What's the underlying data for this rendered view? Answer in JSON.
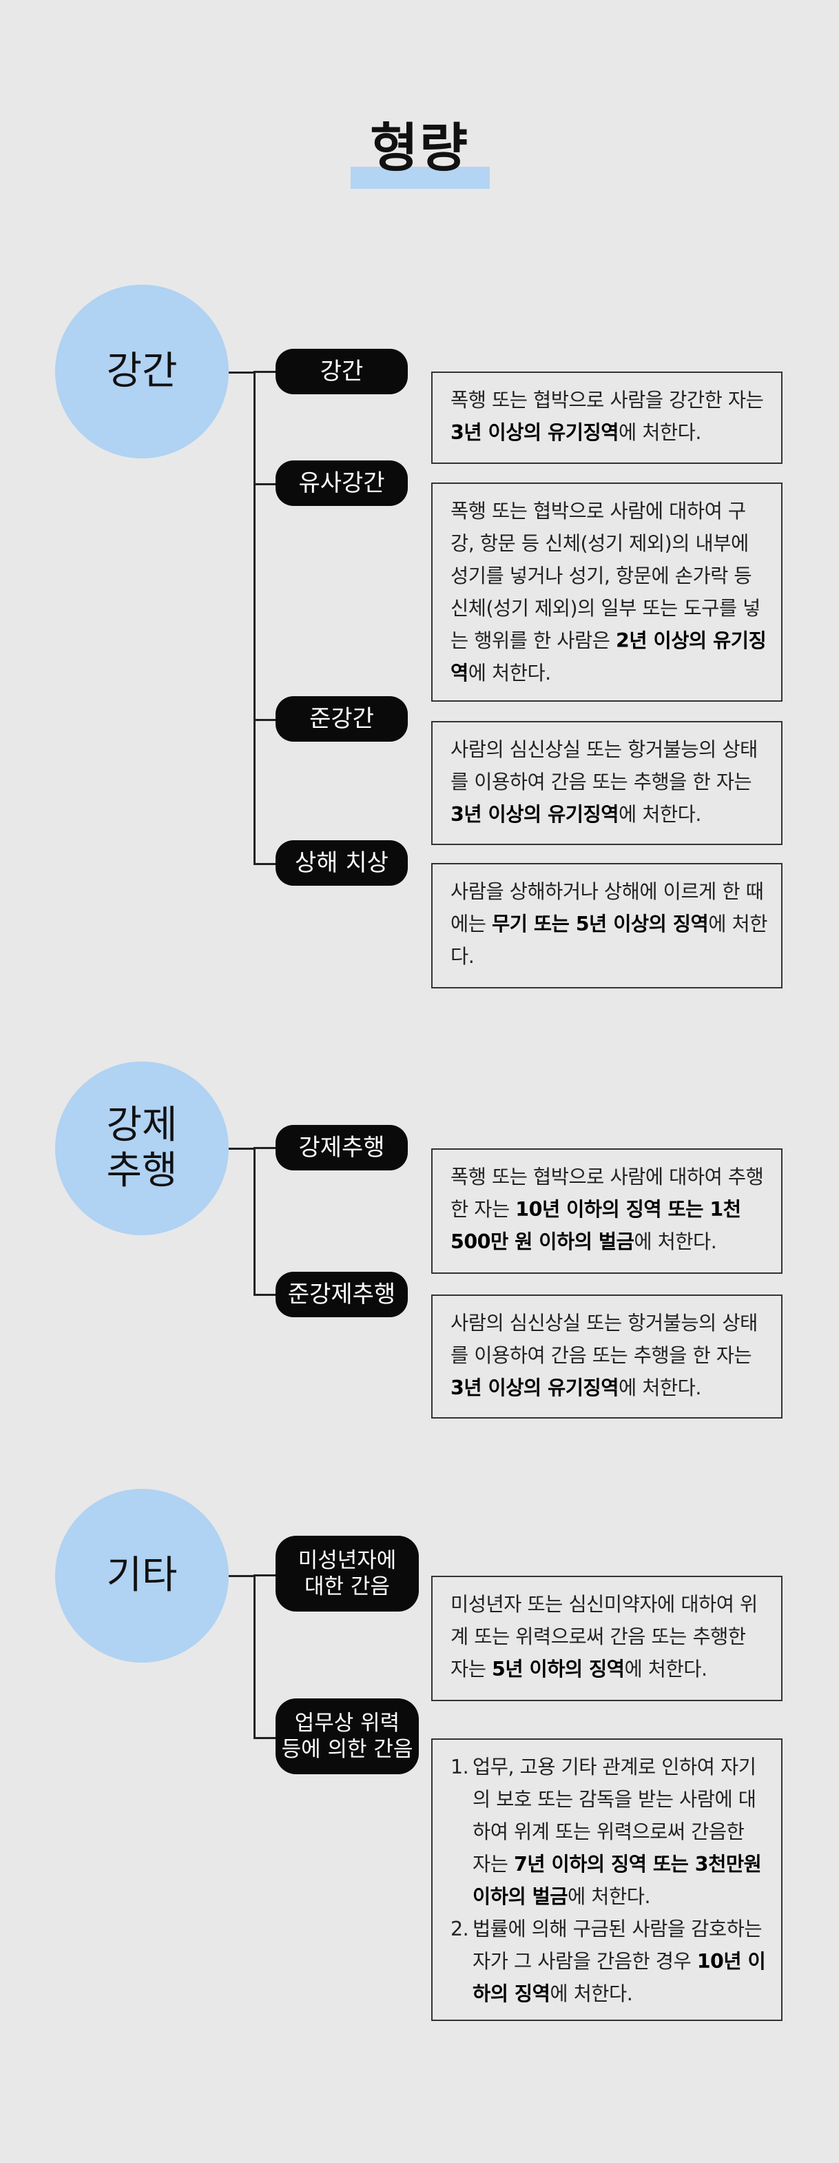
{
  "title": "형량",
  "sections": [
    {
      "category": "강간",
      "items": [
        {
          "label": "강간",
          "text": [
            "폭행 또는 협박으로 사람을 강간한 자는 ",
            {
              "b": "3년 이상의 유기징역"
            },
            "에 처한다."
          ]
        },
        {
          "label": "유사강간",
          "text": [
            "폭행 또는 협박으로 사람에 대하여 구강, 항문 등 신체(성기 제외)의 내부에 성기를 넣거나 성기, 항문에 손가락 등 신체(성기 제외)의 일부 또는 도구를 넣는 행위를 한 사람은 ",
            {
              "b": "2년 이상의 유기징역"
            },
            "에 처한다."
          ]
        },
        {
          "label": "준강간",
          "text": [
            "사람의 심신상실 또는 항거불능의 상태를 이용하여 간음 또는 추행을 한 자는 ",
            {
              "b": "3년 이상의 유기징역"
            },
            "에 처한다."
          ]
        },
        {
          "label": "상해 치상",
          "text": [
            "사람을 상해하거나 상해에 이르게 한 때에는 ",
            {
              "b": "무기 또는 5년 이상의 징역"
            },
            "에 처한다."
          ]
        }
      ]
    },
    {
      "category": "강제\n추행",
      "items": [
        {
          "label": "강제추행",
          "text": [
            "폭행 또는 협박으로 사람에 대하여 추행한 자는 ",
            {
              "b": "10년 이하의 징역 또는 1천500만 원 이하의 벌금"
            },
            "에 처한다."
          ]
        },
        {
          "label": "준강제추행",
          "text": [
            "사람의 심신상실 또는 항거불능의 상태를 이용하여 간음 또는 추행을 한 자는 ",
            {
              "b": "3년 이상의 유기징역"
            },
            "에 처한다."
          ]
        }
      ]
    },
    {
      "category": "기타",
      "items": [
        {
          "label": "미성년자에\n대한 간음",
          "text": [
            "미성년자 또는 심신미약자에 대하여 위계 또는 위력으로써 간음 또는 추행한 자는 ",
            {
              "b": "5년 이하의 징역"
            },
            "에 처한다."
          ]
        },
        {
          "label": "업무상 위력\n등에 의한 간음",
          "list": [
            [
              "업무, 고용 기타 관계로 인하여 자기의 보호 또는 감독을 받는 사람에 대하여 위계 또는 위력으로써 간음한 자는 ",
              {
                "b": "7년 이하의 징역 또는 3천만원 이하의 벌금"
              },
              "에 처한다."
            ],
            [
              "법률에 의해 구금된 사람을 감호하는 자가 그 사람을 간음한 경우 ",
              {
                "b": "10년 이하의 징역"
              },
              "에 처한다."
            ]
          ]
        }
      ]
    }
  ]
}
